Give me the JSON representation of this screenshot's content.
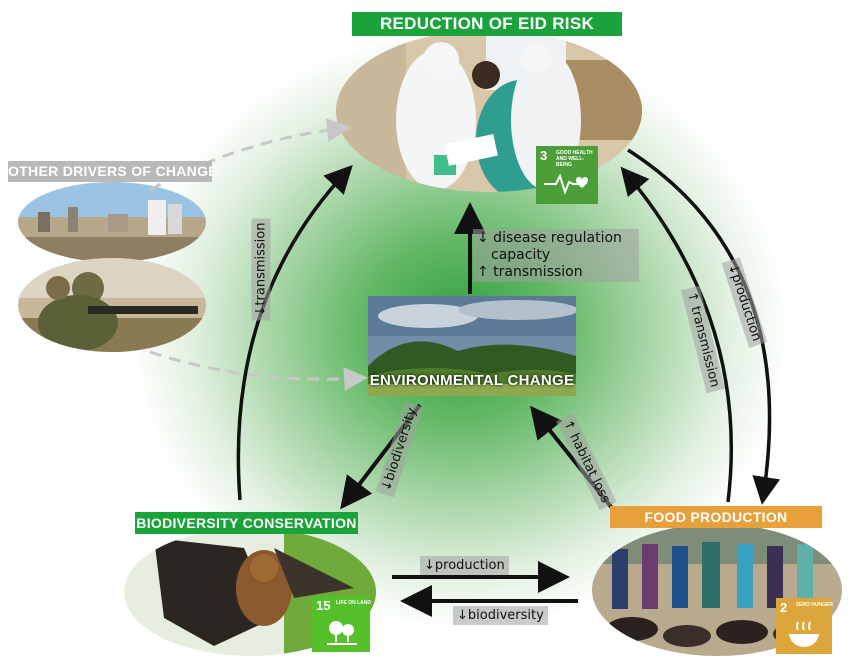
{
  "nodes": {
    "eid_risk": "REDUCTION OF EID RISK",
    "other_drivers": "OTHER DRIVERS OF CHANGE",
    "environmental_change": "ENVIRONMENTAL CHANGE",
    "biodiversity_conservation": "BIODIVERSITY CONSERVATION",
    "food_production": "FOOD PRODUCTION"
  },
  "edge_labels": {
    "env_to_eid_line1": "↓ disease regulation",
    "env_to_eid_line2": "capacity",
    "env_to_eid_line3": "↑ transmission",
    "bio_to_eid": "↓transmission",
    "food_to_eid": "↑ transmission",
    "eid_to_food": "↓production",
    "env_to_bio": "↓biodiversity",
    "food_to_env": "↑ habitat loss",
    "bio_to_food": "↓production",
    "food_to_bio": "↓biodiversity"
  },
  "sdg_badges": {
    "health": {
      "number": "3",
      "text": "GOOD HEALTH AND WELL-BEING"
    },
    "life_on_land": {
      "number": "15",
      "text": "LIFE ON LAND"
    },
    "zero_hunger": {
      "number": "2",
      "text": "ZERO HUNGER"
    }
  },
  "colors": {
    "green_banner": "#1aa33a",
    "orange_banner": "#e8a03a",
    "grey_banner": "#b9b9b9",
    "sdg3": "#4c9f38",
    "sdg15": "#56c02b",
    "sdg2": "#dda63a"
  }
}
